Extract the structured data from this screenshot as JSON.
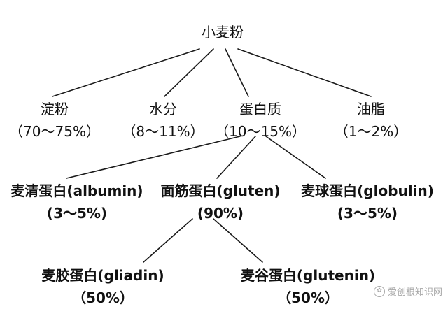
{
  "nodes": {
    "flour": {
      "label": "小麦粉"
    },
    "starch": {
      "label": "淀粉",
      "pct": "（70～75%）"
    },
    "water": {
      "label": "水分",
      "pct": "（8～11%）"
    },
    "protein": {
      "label": "蛋白质",
      "pct": "（10～15%）"
    },
    "fat": {
      "label": "油脂",
      "pct": "（1～2%）"
    },
    "albumin": {
      "label": "麦清蛋白(albumin)",
      "pct": "(3～5%)"
    },
    "gluten": {
      "label": "面筋蛋白(gluten)",
      "pct": "(90%)"
    },
    "globulin": {
      "label": "麦球蛋白(globulin)",
      "pct": "(3～5%)"
    },
    "gliadin": {
      "label": "麦胶蛋白(gliadin)",
      "pct": "（50%）"
    },
    "glutenin": {
      "label": "麦谷蛋白(glutenin)",
      "pct": "（50%）"
    }
  },
  "edges": [
    [
      "flour",
      "starch"
    ],
    [
      "flour",
      "water"
    ],
    [
      "flour",
      "protein"
    ],
    [
      "flour",
      "fat"
    ],
    [
      "protein",
      "albumin"
    ],
    [
      "protein",
      "gluten"
    ],
    [
      "protein",
      "globulin"
    ],
    [
      "gluten",
      "gliadin"
    ],
    [
      "gluten",
      "glutenin"
    ]
  ],
  "watermark": {
    "text": "爱创根知识网",
    "icon": "paw-icon"
  }
}
